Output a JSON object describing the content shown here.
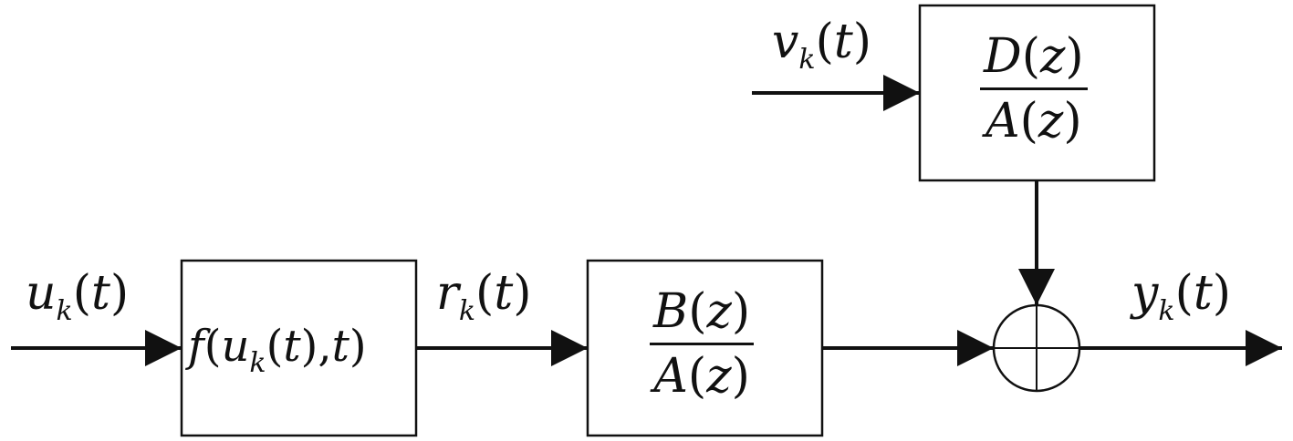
{
  "signals": {
    "input": {
      "sym": "u",
      "sub": "k",
      "arg": "t"
    },
    "intermediate": {
      "sym": "r",
      "sub": "k",
      "arg": "t"
    },
    "disturbance": {
      "sym": "v",
      "sub": "k",
      "arg": "t"
    },
    "output": {
      "sym": "y",
      "sub": "k",
      "arg": "t"
    }
  },
  "blocks": {
    "nonlinearity": {
      "f": "f",
      "u": "u",
      "sub": "k",
      "t1": "t",
      "t2": "t"
    },
    "plant": {
      "num": "B",
      "den": "A",
      "var": "z"
    },
    "noise_model": {
      "num": "D",
      "den": "A",
      "var": "z"
    }
  },
  "summing_junction": {
    "operation": "sum"
  },
  "colors": {
    "stroke": "#111111",
    "background": "#ffffff"
  }
}
